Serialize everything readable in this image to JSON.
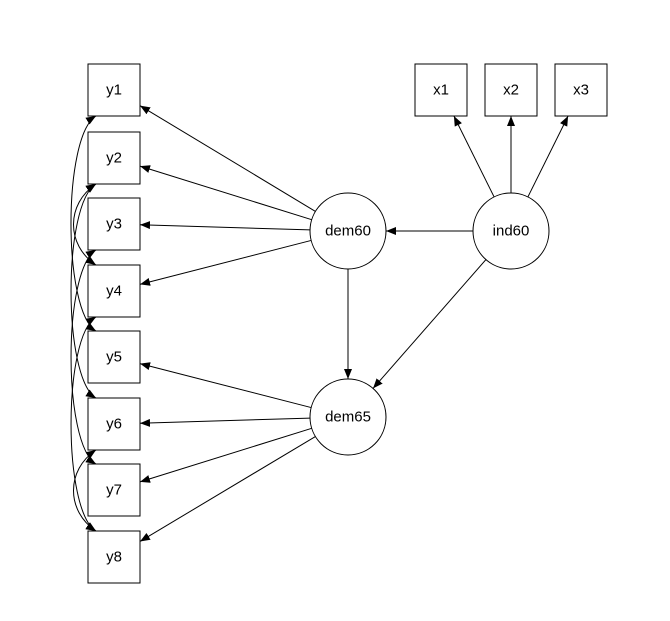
{
  "diagram": {
    "nodes": [
      {
        "id": "y1",
        "label": "y1",
        "shape": "box"
      },
      {
        "id": "y2",
        "label": "y2",
        "shape": "box"
      },
      {
        "id": "y3",
        "label": "y3",
        "shape": "box"
      },
      {
        "id": "y4",
        "label": "y4",
        "shape": "box"
      },
      {
        "id": "y5",
        "label": "y5",
        "shape": "box"
      },
      {
        "id": "y6",
        "label": "y6",
        "shape": "box"
      },
      {
        "id": "y7",
        "label": "y7",
        "shape": "box"
      },
      {
        "id": "y8",
        "label": "y8",
        "shape": "box"
      },
      {
        "id": "x1",
        "label": "x1",
        "shape": "box"
      },
      {
        "id": "x2",
        "label": "x2",
        "shape": "box"
      },
      {
        "id": "x3",
        "label": "x3",
        "shape": "box"
      },
      {
        "id": "dem60",
        "label": "dem60",
        "shape": "circle"
      },
      {
        "id": "dem65",
        "label": "dem65",
        "shape": "circle"
      },
      {
        "id": "ind60",
        "label": "ind60",
        "shape": "circle"
      }
    ],
    "edges": [
      {
        "from": "ind60",
        "to": "x1",
        "type": "directed"
      },
      {
        "from": "ind60",
        "to": "x2",
        "type": "directed"
      },
      {
        "from": "ind60",
        "to": "x3",
        "type": "directed"
      },
      {
        "from": "ind60",
        "to": "dem60",
        "type": "directed"
      },
      {
        "from": "ind60",
        "to": "dem65",
        "type": "directed"
      },
      {
        "from": "dem60",
        "to": "dem65",
        "type": "directed"
      },
      {
        "from": "dem60",
        "to": "y1",
        "type": "directed"
      },
      {
        "from": "dem60",
        "to": "y2",
        "type": "directed"
      },
      {
        "from": "dem60",
        "to": "y3",
        "type": "directed"
      },
      {
        "from": "dem60",
        "to": "y4",
        "type": "directed"
      },
      {
        "from": "dem65",
        "to": "y5",
        "type": "directed"
      },
      {
        "from": "dem65",
        "to": "y6",
        "type": "directed"
      },
      {
        "from": "dem65",
        "to": "y7",
        "type": "directed"
      },
      {
        "from": "dem65",
        "to": "y8",
        "type": "directed"
      },
      {
        "from": "y1",
        "to": "y5",
        "type": "covariance"
      },
      {
        "from": "y2",
        "to": "y4",
        "type": "covariance"
      },
      {
        "from": "y2",
        "to": "y6",
        "type": "covariance"
      },
      {
        "from": "y3",
        "to": "y7",
        "type": "covariance"
      },
      {
        "from": "y4",
        "to": "y8",
        "type": "covariance"
      },
      {
        "from": "y6",
        "to": "y8",
        "type": "covariance"
      }
    ]
  }
}
